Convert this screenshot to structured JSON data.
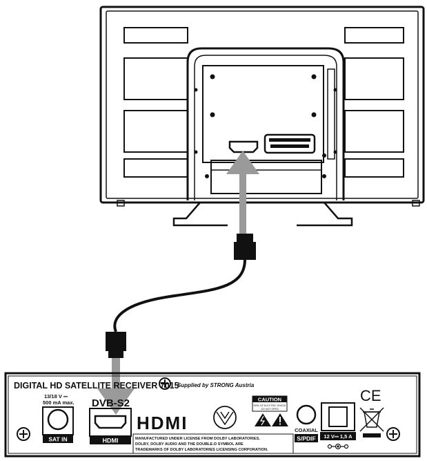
{
  "receiver": {
    "title": "DIGITAL HD SATELLITE RECEIVER 7015",
    "supplier": "Supplied by STRONG Austria",
    "sat_voltage": "13/18 V ⎓",
    "sat_current": "500 mA max.",
    "sat_label": "SAT IN",
    "dvb_logo": "DVB-S2",
    "hdmi_port_label": "HDMI",
    "hdmi_logo": "HDMI",
    "caution_title": "CAUTION",
    "caution_line1": "RISK OF ELECTRIC SHOCK",
    "caution_line2": "DO NOT OPEN",
    "dolby_line1": "MANUFACTURED UNDER LICENSE FROM DOLBY LABORATORIES.",
    "dolby_line2": "DOLBY, DOLBY AUDIO AND THE DOUBLE-D SYMBOL ARE",
    "dolby_line3": "TRADEMARKS OF DOLBY LABORATORIES LICENSING CORPORATION.",
    "coaxial_label": "COAXIAL",
    "spdif_label": "S/PDIF",
    "power_label": "12 V⎓ 1,5 A",
    "ce_mark": "CE"
  },
  "colors": {
    "line": "#111111",
    "arrow": "#9a9a9a",
    "panel": "#ffffff"
  }
}
